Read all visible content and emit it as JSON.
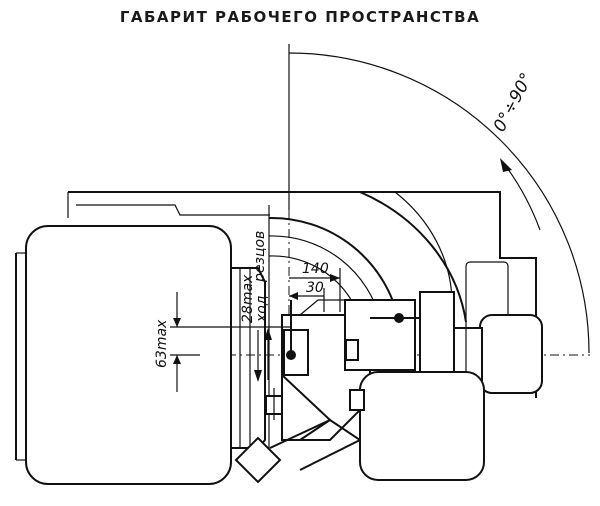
{
  "title": "ГАБАРИТ РАБОЧЕГО ПРОСТРАНСТВА",
  "labels": {
    "angle": "0°÷90°",
    "dim_140": "140",
    "dim_30": "30",
    "stroke_label": "28max",
    "stroke_word": "ход",
    "cutters_word": "резцов",
    "dim_63": "63max"
  }
}
